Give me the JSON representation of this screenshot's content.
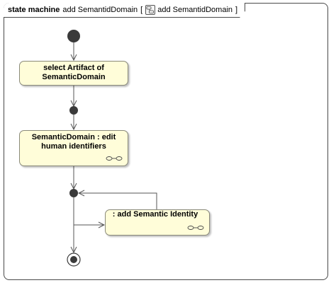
{
  "frame": {
    "keyword": "state machine",
    "name": "add SemantidDomain",
    "open_bracket": "[",
    "ref_name": "add SemantidDomain",
    "close_bracket": "]"
  },
  "states": [
    {
      "label": "select Artifact of SemanticDomain",
      "has_submachine": false
    },
    {
      "label": "SemanticDomain : edit human identifiers",
      "has_submachine": true
    },
    {
      "label": ": add Semantic Identity",
      "has_submachine": true
    }
  ],
  "colors": {
    "state_fill": "#fffdd9",
    "line": "#555555",
    "node": "#3a3a3a"
  }
}
